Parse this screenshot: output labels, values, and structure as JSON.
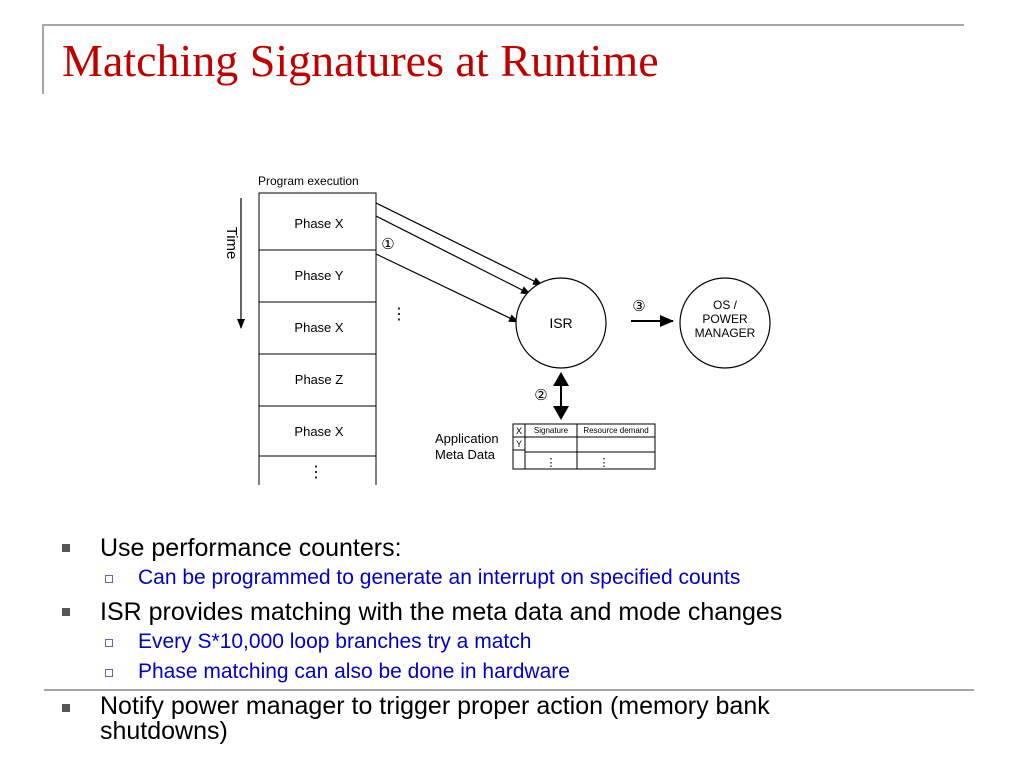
{
  "slide": {
    "title": "Matching Signatures at Runtime"
  },
  "diagram": {
    "program_execution_label": "Program execution",
    "time_label": "Time",
    "phases": [
      "Phase X",
      "Phase Y",
      "Phase X",
      "Phase Z",
      "Phase X"
    ],
    "ellipsis": "⋮",
    "isr_label": "ISR",
    "manager_lines": [
      "OS /",
      "POWER",
      "MANAGER"
    ],
    "step_labels": [
      "①",
      "②",
      "③"
    ],
    "metadata_label_lines": [
      "Application",
      "Meta Data"
    ],
    "table": {
      "row_keys": [
        "X",
        "Y"
      ],
      "headers": [
        "Signature",
        "Resource demand"
      ]
    }
  },
  "bullets": [
    {
      "text": "Use performance counters:",
      "sub": [
        "Can be programmed to generate an interrupt on specified counts"
      ]
    },
    {
      "text": "ISR provides matching with the meta data and mode changes",
      "sub": [
        "Every S*10,000 loop branches try a match",
        "Phase matching can also be done in hardware"
      ]
    },
    {
      "text": "Notify power manager to trigger proper action (memory bank shutdowns)",
      "sub": []
    }
  ],
  "colors": {
    "title": "#c00000",
    "sub_bullet_text": "#0000cc",
    "frame": "#a6a6a6"
  }
}
